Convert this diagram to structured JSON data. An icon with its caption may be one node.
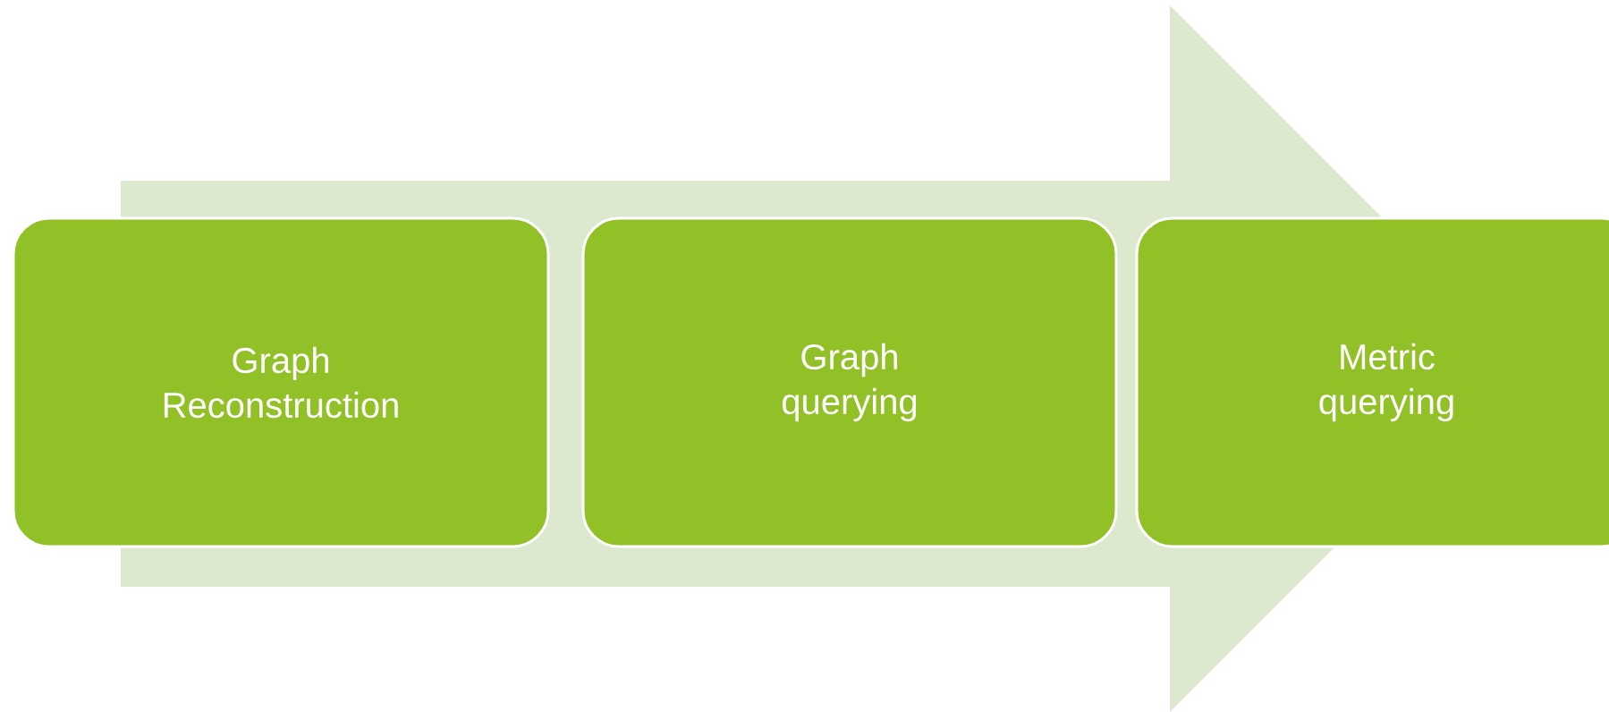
{
  "diagram": {
    "nodes": [
      {
        "text": [
          "Graph Reconstruction"
        ]
      },
      {
        "text": [
          "Graph querying"
        ]
      },
      {
        "text": [
          "Metric querying"
        ]
      }
    ],
    "edges": [
      {
        "from": 0,
        "to": 2,
        "arrow": "to"
      }
    ]
  }
}
